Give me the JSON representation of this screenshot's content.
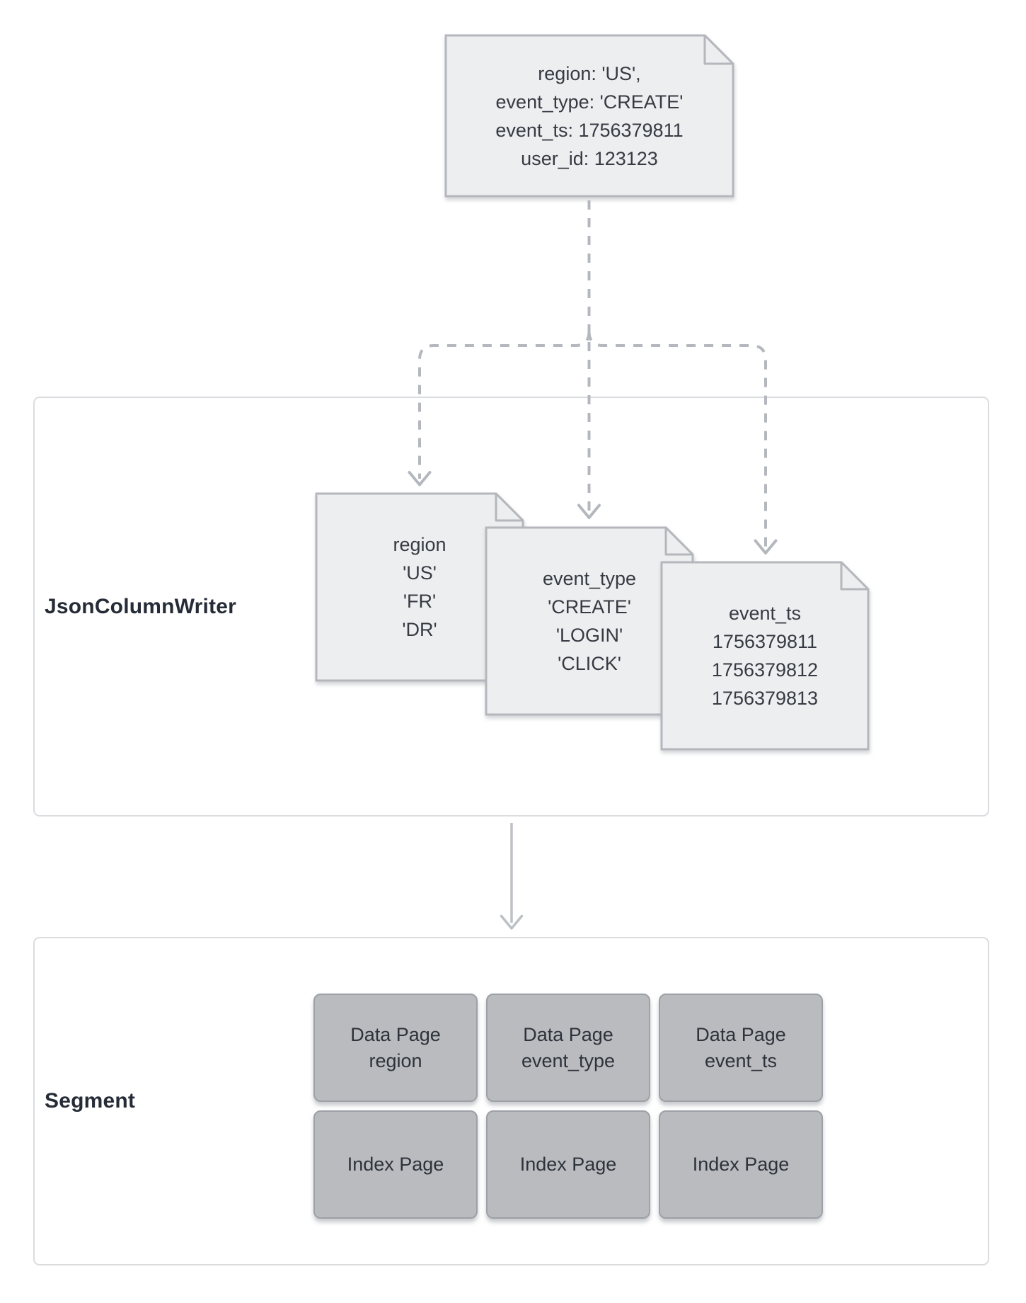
{
  "colors": {
    "document_fill": "#edeef0",
    "document_border": "#b5b7bd",
    "container_border": "#dbdcdf",
    "connector_line": "#b4b7bd",
    "page_box_fill": "#b9bbbf",
    "page_box_border": "#9da0a6",
    "text": "#363a42",
    "label_text": "#262c37"
  },
  "source_document": {
    "lines": [
      "region: 'US',",
      "event_type: 'CREATE'",
      "event_ts: 1756379811",
      "user_id: 123123"
    ]
  },
  "json_column_writer": {
    "label": "JsonColumnWriter",
    "region_doc": {
      "lines": [
        "region",
        "'US'",
        "'FR'",
        "'DR'"
      ]
    },
    "event_type_doc": {
      "lines": [
        "event_type",
        "'CREATE'",
        "'LOGIN'",
        "'CLICK'"
      ]
    },
    "event_ts_doc": {
      "lines": [
        "event_ts",
        "1756379811",
        "1756379812",
        "1756379813"
      ]
    }
  },
  "segment": {
    "label": "Segment",
    "data_pages": [
      {
        "line1": "Data Page",
        "line2": "region"
      },
      {
        "line1": "Data Page",
        "line2": "event_type"
      },
      {
        "line1": "Data Page",
        "line2": "event_ts"
      }
    ],
    "index_pages": [
      {
        "line1": "Index Page"
      },
      {
        "line1": "Index Page"
      },
      {
        "line1": "Index Page"
      }
    ]
  }
}
